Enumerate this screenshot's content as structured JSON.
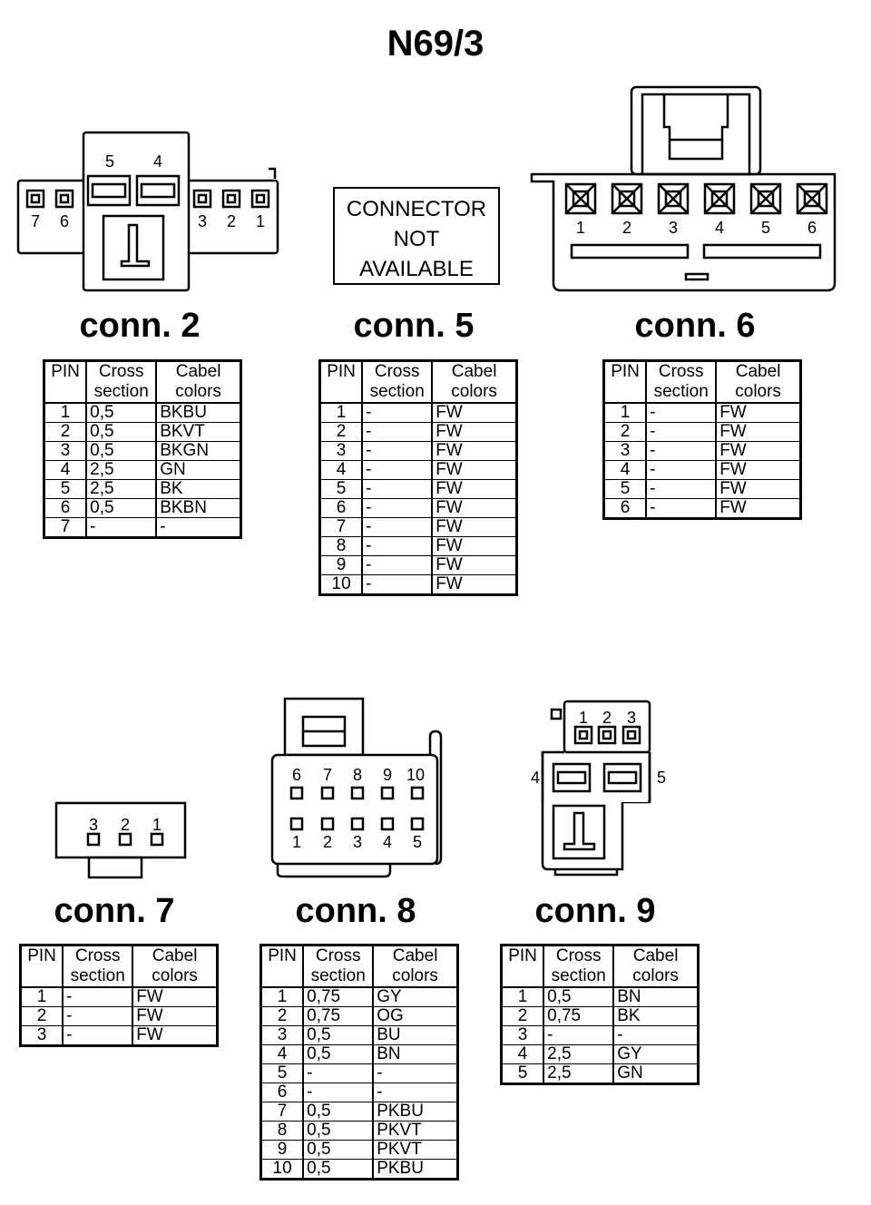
{
  "title": "N69/3",
  "headers": {
    "pin": "PIN",
    "cross_1": "Cross",
    "cross_2": "section",
    "colors_1": "Cabel",
    "colors_2": "colors"
  },
  "not_available": [
    "CONNECTOR",
    "NOT",
    "AVAILABLE"
  ],
  "connectors": [
    {
      "label": "conn. 2",
      "pin_labels": [
        "5",
        "4",
        "7",
        "6",
        "3",
        "2",
        "1"
      ],
      "rows": [
        [
          "1",
          "0,5",
          "BKBU"
        ],
        [
          "2",
          "0,5",
          "BKVT"
        ],
        [
          "3",
          "0,5",
          "BKGN"
        ],
        [
          "4",
          "2,5",
          "GN"
        ],
        [
          "5",
          "2,5",
          "BK"
        ],
        [
          "6",
          "0,5",
          "BKBN"
        ],
        [
          "7",
          "-",
          "-"
        ]
      ]
    },
    {
      "label": "conn. 5",
      "pin_labels": [],
      "rows": [
        [
          "1",
          "-",
          "FW"
        ],
        [
          "2",
          "-",
          "FW"
        ],
        [
          "3",
          "-",
          "FW"
        ],
        [
          "4",
          "-",
          "FW"
        ],
        [
          "5",
          "-",
          "FW"
        ],
        [
          "6",
          "-",
          "FW"
        ],
        [
          "7",
          "-",
          "FW"
        ],
        [
          "8",
          "-",
          "FW"
        ],
        [
          "9",
          "-",
          "FW"
        ],
        [
          "10",
          "-",
          "FW"
        ]
      ]
    },
    {
      "label": "conn. 6",
      "pin_labels": [
        "1",
        "2",
        "3",
        "4",
        "5",
        "6"
      ],
      "rows": [
        [
          "1",
          "-",
          "FW"
        ],
        [
          "2",
          "-",
          "FW"
        ],
        [
          "3",
          "-",
          "FW"
        ],
        [
          "4",
          "-",
          "FW"
        ],
        [
          "5",
          "-",
          "FW"
        ],
        [
          "6",
          "-",
          "FW"
        ]
      ]
    },
    {
      "label": "conn. 7",
      "pin_labels": [
        "3",
        "2",
        "1"
      ],
      "rows": [
        [
          "1",
          "-",
          "FW"
        ],
        [
          "2",
          "-",
          "FW"
        ],
        [
          "3",
          "-",
          "FW"
        ]
      ]
    },
    {
      "label": "conn. 8",
      "pin_labels": [
        "6",
        "7",
        "8",
        "9",
        "10",
        "1",
        "2",
        "3",
        "4",
        "5"
      ],
      "rows": [
        [
          "1",
          "0,75",
          "GY"
        ],
        [
          "2",
          "0,75",
          "OG"
        ],
        [
          "3",
          "0,5",
          "BU"
        ],
        [
          "4",
          "0,5",
          "BN"
        ],
        [
          "5",
          "-",
          "-"
        ],
        [
          "6",
          "-",
          "-"
        ],
        [
          "7",
          "0,5",
          "PKBU"
        ],
        [
          "8",
          "0,5",
          "PKVT"
        ],
        [
          "9",
          "0,5",
          "PKVT"
        ],
        [
          "10",
          "0,5",
          "PKBU"
        ]
      ]
    },
    {
      "label": "conn. 9",
      "pin_labels": [
        "1",
        "2",
        "3",
        "4",
        "5"
      ],
      "rows": [
        [
          "1",
          "0,5",
          "BN"
        ],
        [
          "2",
          "0,75",
          "BK"
        ],
        [
          "3",
          "-",
          "-"
        ],
        [
          "4",
          "2,5",
          "GY"
        ],
        [
          "5",
          "2,5",
          "GN"
        ]
      ]
    }
  ]
}
